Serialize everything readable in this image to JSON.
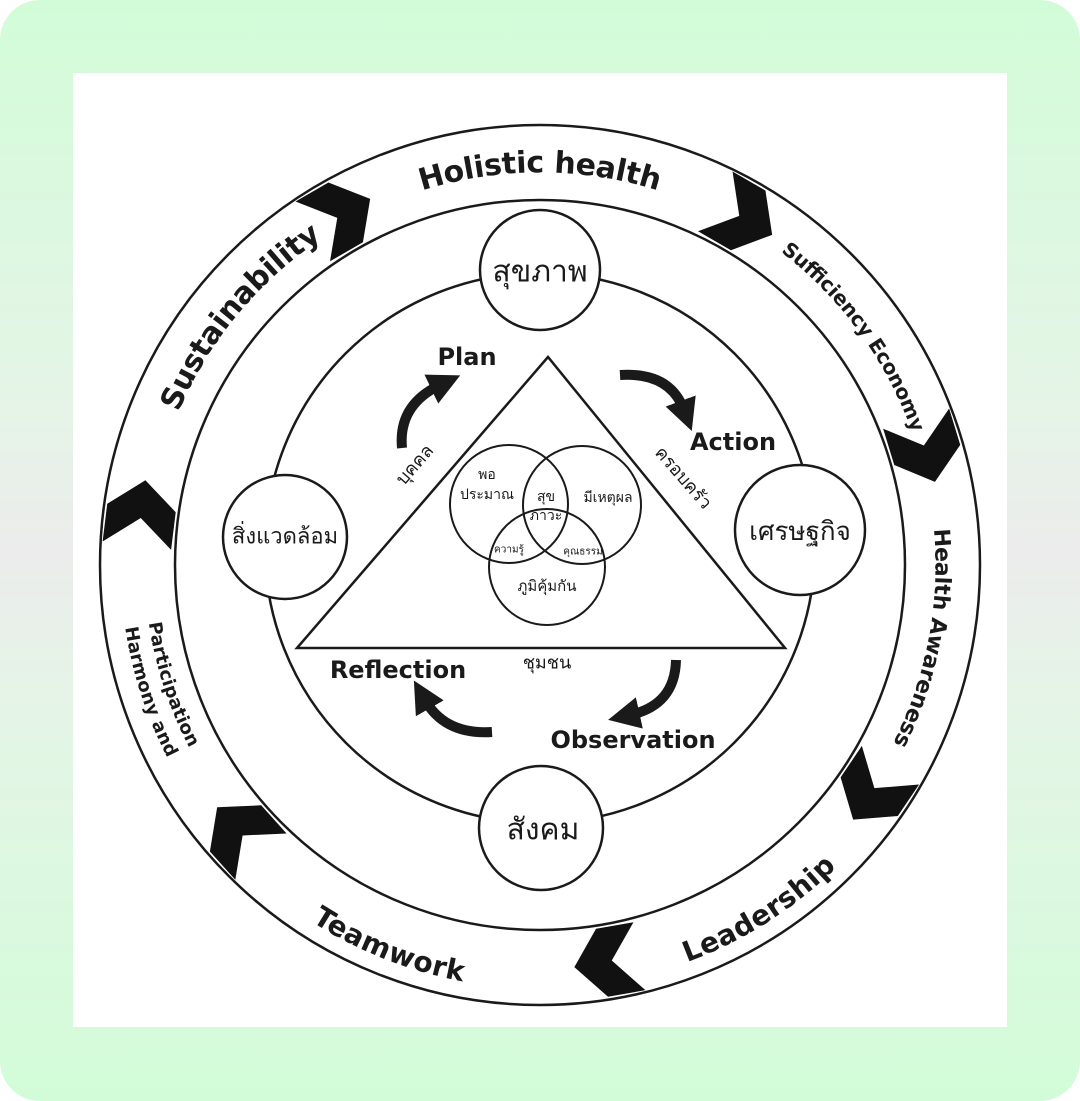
{
  "colors": {
    "frame": "#d2fcd8",
    "panel": "#ffffff",
    "ink": "#1a1a1a"
  },
  "ring_labels": {
    "holistic": "Holistic health",
    "sufficiency": "Sufficiency Economy",
    "awareness": "Health Awareness",
    "leadership": "Leadership",
    "teamwork": "Teamwork",
    "harmony_1": "Harmony and",
    "harmony_2": "Participation",
    "sustainability": "Sustainability"
  },
  "pillars": {
    "top": "สุขภาพ",
    "left": "สิ่งแวดล้อม",
    "right": "เศรษฐกิจ",
    "bottom": "สังคม"
  },
  "cycle": {
    "plan": "Plan",
    "action": "Action",
    "observation": "Observation",
    "reflection": "Reflection"
  },
  "triangle": {
    "left": "บุคคล",
    "right": "ครอบครัว",
    "bottom": "ชุมชน"
  },
  "venn": {
    "left_1": "พอ",
    "left_2": "ประมาณ",
    "center_1": "สุข",
    "center_2": "ภาวะ",
    "right": "มีเหตุผล",
    "left_bottom": "ความรู้",
    "right_bottom": "คุณธรรม",
    "bottom": "ภูมิคุ้มกัน"
  }
}
